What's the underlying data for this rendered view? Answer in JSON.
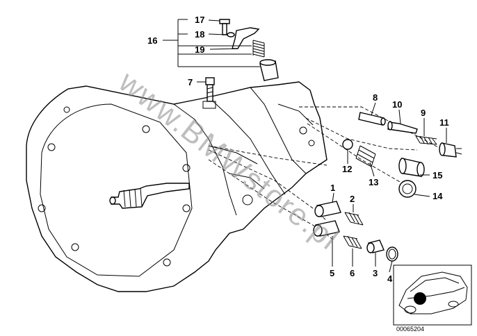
{
  "watermark": "www.BMWstore.pl",
  "reference_code": "00065204",
  "callouts": {
    "c1": "1",
    "c2": "2",
    "c3": "3",
    "c4": "4",
    "c5": "5",
    "c6": "6",
    "c7": "7",
    "c8": "8",
    "c9": "9",
    "c10": "10",
    "c11": "11",
    "c12": "12",
    "c13": "13",
    "c14": "14",
    "c15": "15",
    "c16": "16",
    "c17": "17",
    "c18": "18",
    "c19": "19"
  }
}
